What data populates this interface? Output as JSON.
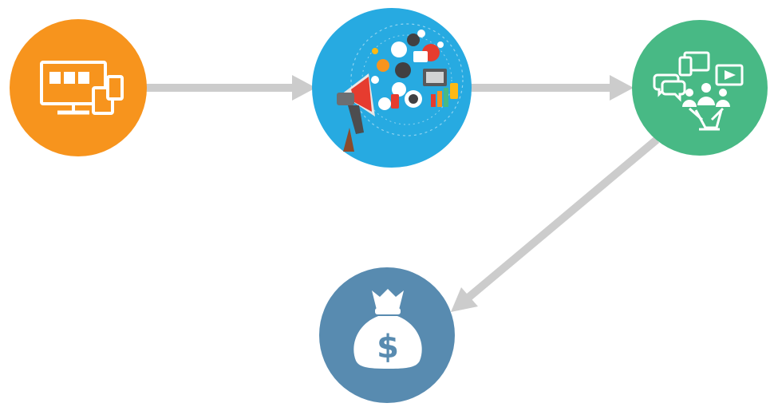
{
  "diagram": {
    "nodes": [
      {
        "id": "devices",
        "icon": "multi-device-icon",
        "color": "#f7941d"
      },
      {
        "id": "marketing",
        "icon": "megaphone-marketing-icon",
        "color": "#27aae1"
      },
      {
        "id": "social",
        "icon": "social-community-icon",
        "color": "#48b985"
      },
      {
        "id": "revenue",
        "icon": "money-bag-icon",
        "color": "#588bb0",
        "symbol": "$"
      }
    ],
    "edges": [
      {
        "from": "devices",
        "to": "marketing"
      },
      {
        "from": "marketing",
        "to": "social"
      },
      {
        "from": "social",
        "to": "revenue"
      }
    ],
    "arrow_color": "#cccccc"
  }
}
